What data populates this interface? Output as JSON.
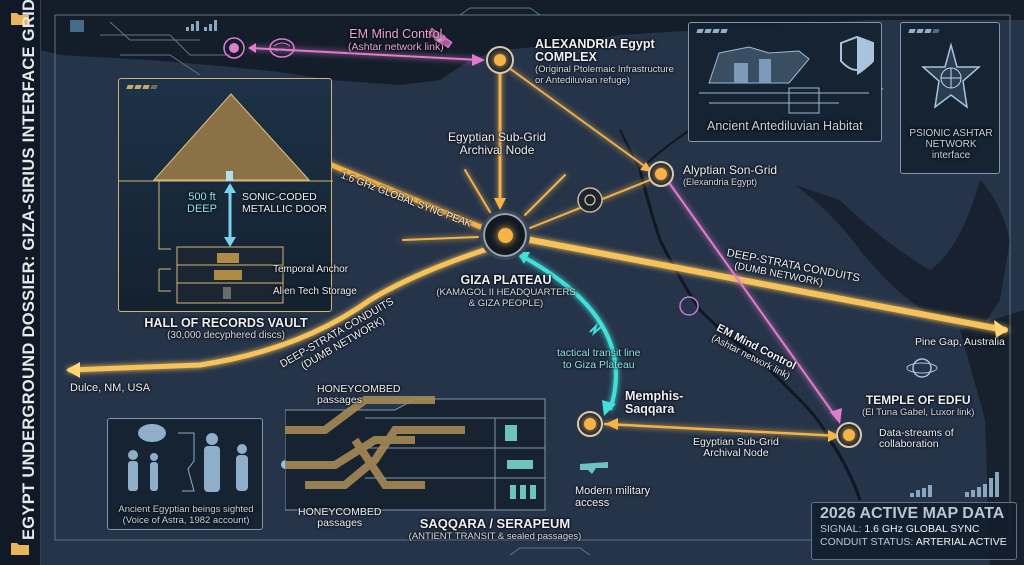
{
  "sidebar": {
    "title": "EGYPT UNDERGROUND DOSSIER: GIZA-SIRIUS INTERFACE GRID.",
    "icon": "folder-icon"
  },
  "top_left": {
    "em_link": {
      "title": "EM Mind Control",
      "subtitle": "(Ashtar network link)",
      "icons": [
        "target-node-icon",
        "brain-icon",
        "satellite-icon"
      ]
    }
  },
  "nodes": {
    "alexandria": {
      "title_line1": "ALEXANDRIA Egypt",
      "title_line2": "COMPLEX",
      "sub_line1": "(Original Ptolemaic Infrastructure",
      "sub_line2": "or Antediluvian refuge)"
    },
    "archival_top": {
      "line1": "Egyptian Sub-Grid",
      "line2": "Archival Node"
    },
    "alyptian": {
      "title": "Alyptian Son-Grid",
      "subtitle": "(Elexandria Egypt)"
    },
    "giza": {
      "title": "GIZA PLATEAU",
      "sub_line1": "(KAMAGOL II HEADQUARTERS",
      "sub_line2": "& GIZA PEOPLE)"
    },
    "memphis": {
      "line1": "Memphis-",
      "line2": "Saqqara"
    },
    "archival_bottom": {
      "line1": "Egyptian Sub-Grid",
      "line2": "Archival Node"
    },
    "edfu": {
      "title": "TEMPLE OF EDFU",
      "subtitle": "(El Tuna Gabel, Luxor link)",
      "note_line1": "Data-streams of",
      "note_line2": "collaboration"
    },
    "pine_gap": {
      "label": "Pine Gap, Australia"
    },
    "dulce": {
      "label": "Dulce, NM, USA"
    }
  },
  "links": {
    "sync_peak": "1.6 GHz GLOBAL SYNC PEAK",
    "deep_strata_east": {
      "line1": "DEEP-STRATA CONDUITS",
      "line2": "(DUMB NETWORK)"
    },
    "deep_strata_west": {
      "line1": "DEEP-STRATA CONDUITS",
      "line2": "(DUMB NETWORK)"
    },
    "em_mid": {
      "line1": "EM Mind Control",
      "line2": "(Ashtar network link)"
    },
    "tactical": {
      "line1": "tactical transit line",
      "line2": "to Giza Plateau"
    }
  },
  "hall_of_records": {
    "title": "HALL OF RECORDS VAULT",
    "subtitle": "(30,000 decyphered discs)",
    "depth_line1": "500 ft",
    "depth_line2": "DEEP",
    "door_line1": "SONIC-CODED",
    "door_line2": "METALLIC DOOR",
    "temporal": "Temporal Anchor",
    "storage": "Alien Tech Storage"
  },
  "habitat_panel": {
    "label": "Ancient Antediluvian Habitat",
    "icon": "shield-icon"
  },
  "psionic_panel": {
    "line1": "PSIONIC ASHTAR",
    "line2": "NETWORK",
    "line3": "interface"
  },
  "beings_panel": {
    "line1": "Ancient Egyptian beings sighted",
    "line2": "(Voice of Astra, 1982 account)"
  },
  "saqqara": {
    "title": "SAQQARA / SERAPEUM",
    "subtitle": "(ANTIENT TRANSIT & sealed passages)",
    "honey_top_line1": "HONEYCOMBED",
    "honey_top_line2": "passages",
    "honey_bottom_line1": "HONEYCOMBED",
    "honey_bottom_line2": "passages",
    "military_line1": "Modern military",
    "military_line2": "access"
  },
  "map_data": {
    "title": "2026 ACTIVE MAP DATA",
    "signal_label": "SIGNAL:",
    "signal_value": "1.6 GHz GLOBAL SYNC",
    "conduit_label": "CONDUIT STATUS:",
    "conduit_value": "ARTERIAL ACTIVE"
  },
  "colors": {
    "background": "#1f2b39",
    "gold": "#f6b347",
    "pink": "#e07ccd",
    "cyan": "#41e0d8",
    "panel_border": "#7f97ad"
  }
}
